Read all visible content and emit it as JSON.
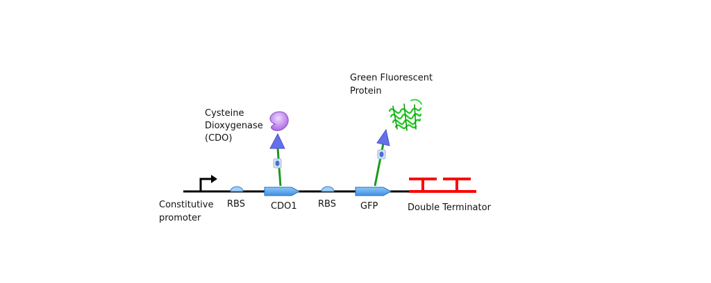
{
  "colors": {
    "backbone": "#000000",
    "terminator": "#ff0000",
    "cds_fill": "#5aa7ee",
    "cds_stroke": "#2a6fc0",
    "rbs_fill": "#9fd0f7",
    "rbs_stroke": "#3c7ec9",
    "arrow_shaft": "#1a9a1a",
    "arrow_head": "#6470e8",
    "cdo_protein": "#b070e8",
    "gfp_protein": "#22cc22"
  },
  "parts": {
    "promoter_label_line1": "Constitutive",
    "promoter_label_line2": "promoter",
    "rbs1_label": "RBS",
    "cds1_label": "CDO1",
    "rbs2_label": "RBS",
    "cds2_label": "GFP",
    "terminator_label": "Double Terminator"
  },
  "products": {
    "cdo_line1": "Cysteine",
    "cdo_line2": "Dioxygenase",
    "cdo_line3": "(CDO)",
    "gfp_line1": "Green Fluorescent",
    "gfp_line2": "Protein"
  },
  "icons": {
    "promoter": "bent-arrow-icon",
    "rbs": "half-oval-icon",
    "cds": "pentagon-arrow-icon",
    "terminator": "t-shape-icon",
    "translation": "ribosome-badge-icon",
    "cdo_protein": "blob-protein-icon",
    "gfp_protein": "beta-barrel-icon"
  }
}
